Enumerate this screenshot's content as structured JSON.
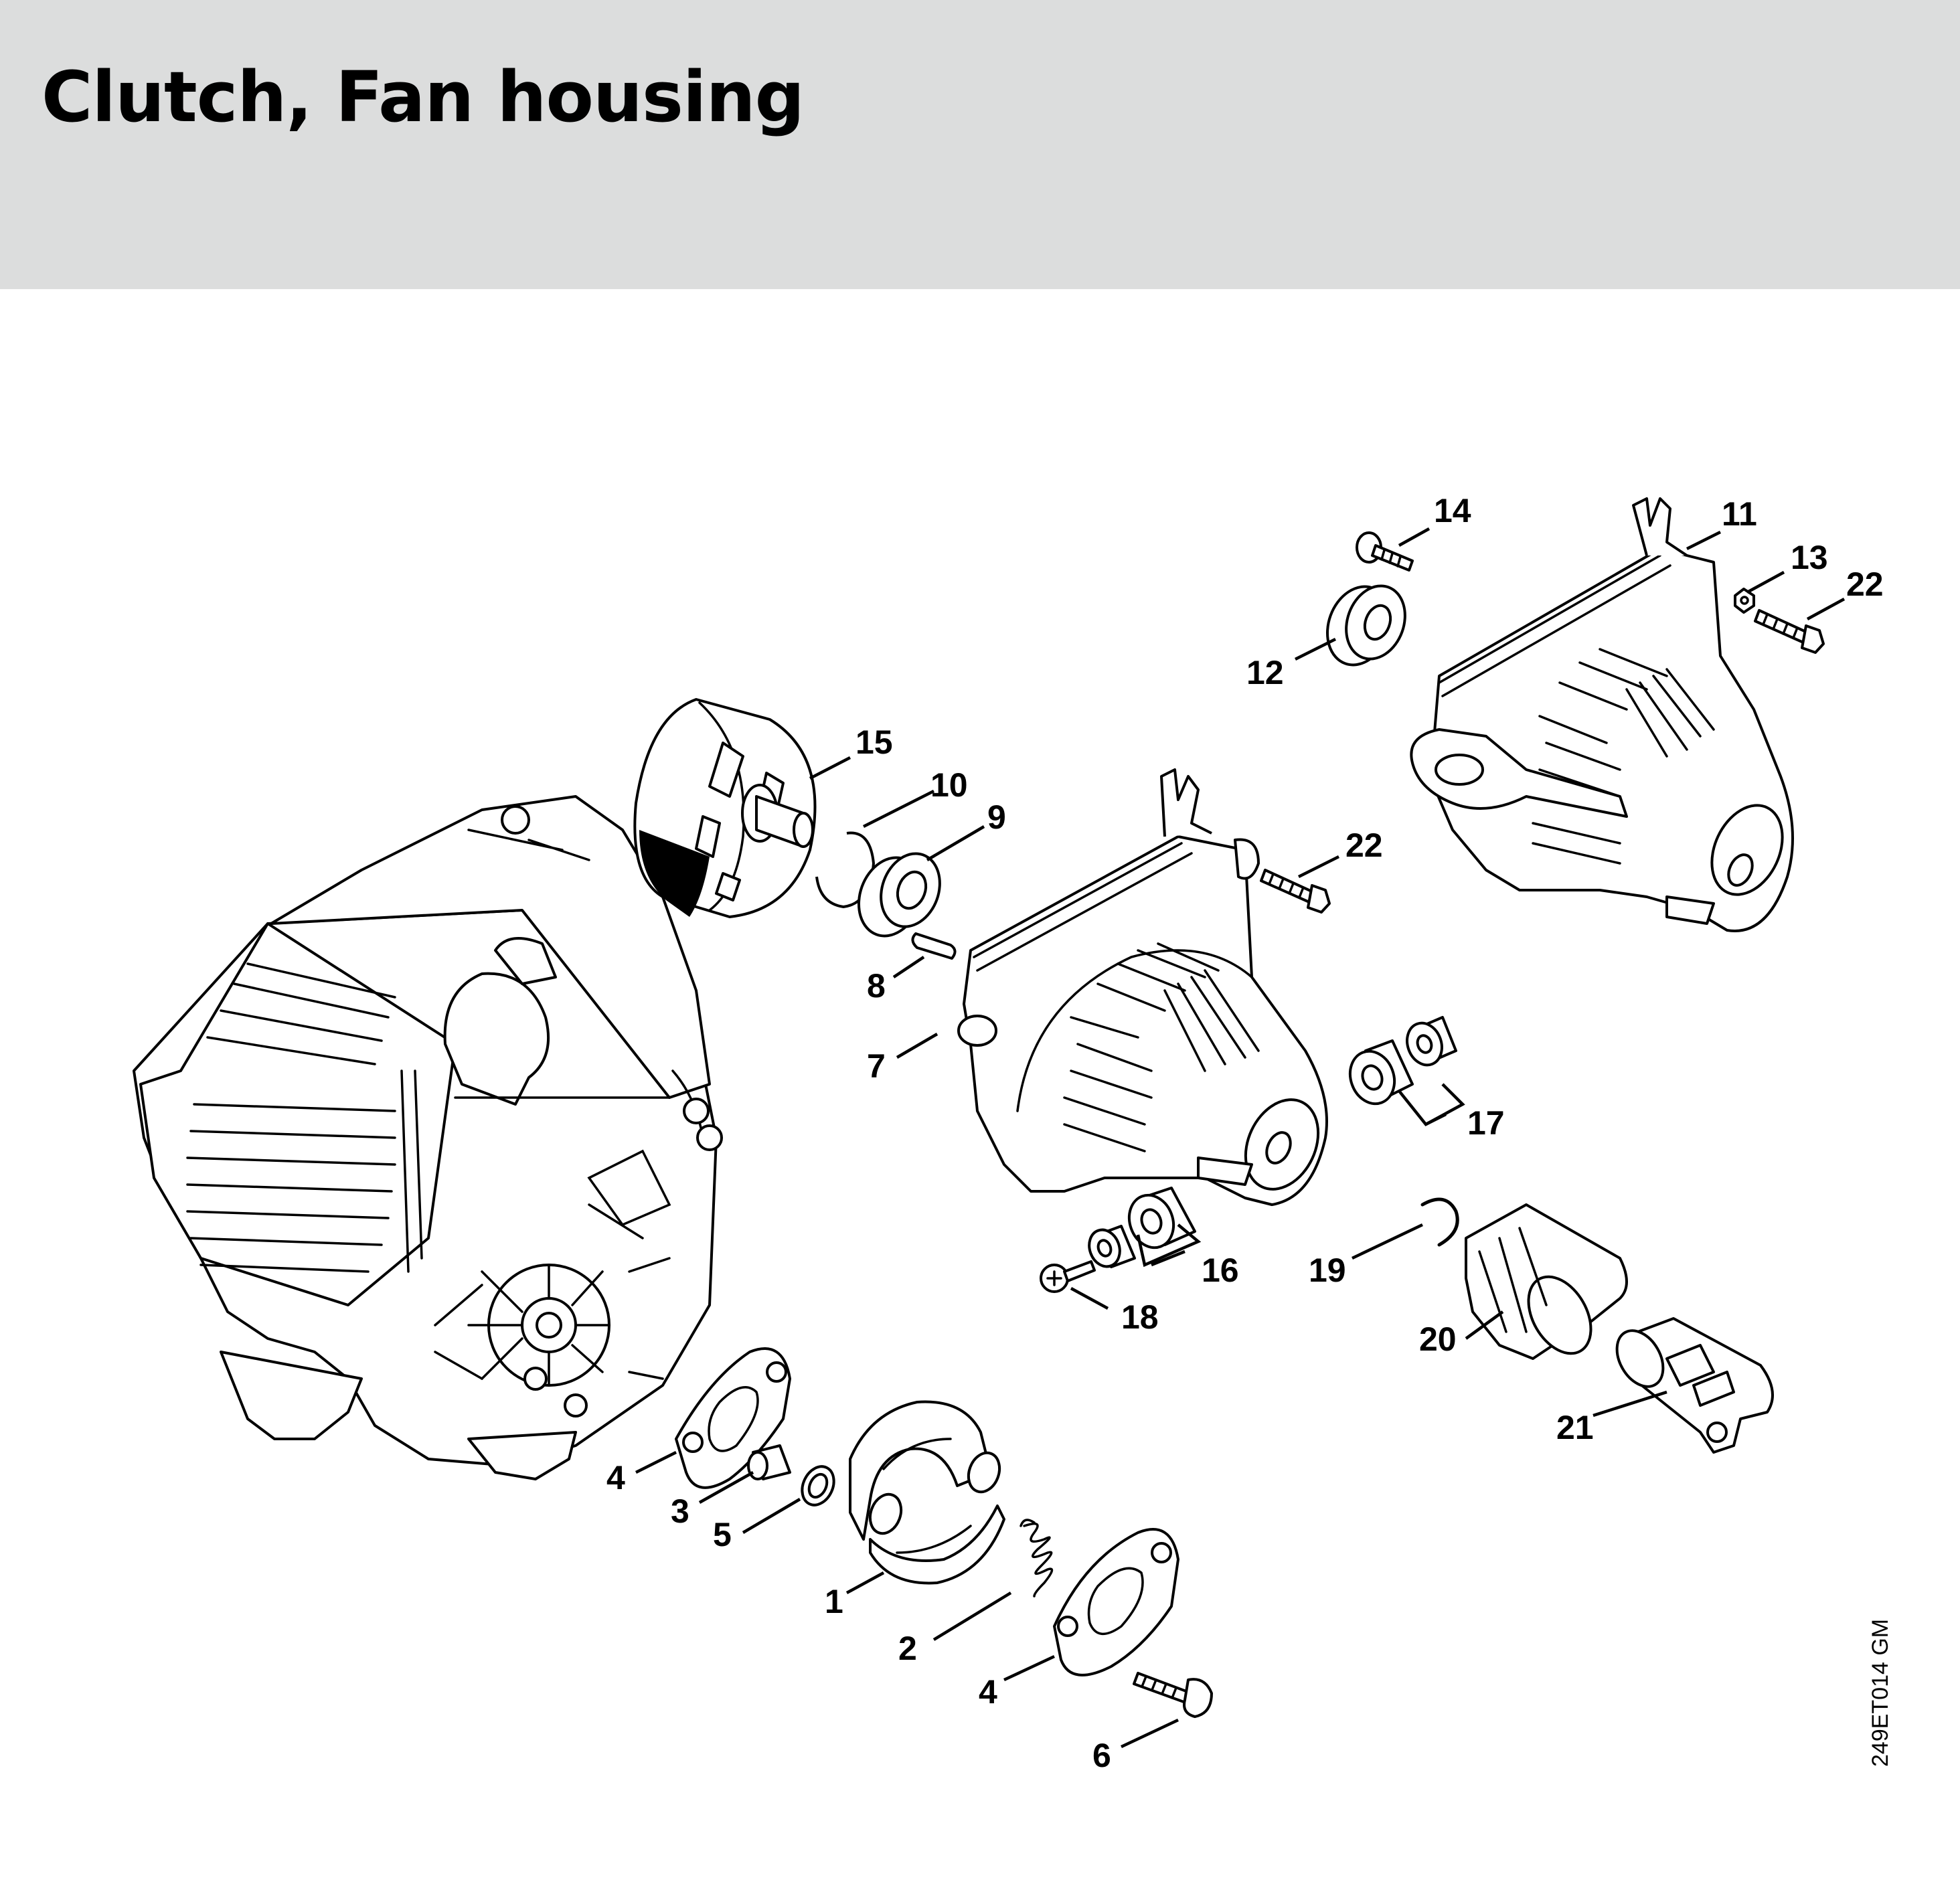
{
  "header": {
    "title": "Clutch, Fan housing",
    "background": "#dcdddd"
  },
  "drawing_code": "249ET014 GM",
  "callouts": [
    {
      "id": "c1",
      "text": "1"
    },
    {
      "id": "c2",
      "text": "2"
    },
    {
      "id": "c3",
      "text": "3"
    },
    {
      "id": "c4a",
      "text": "4"
    },
    {
      "id": "c4b",
      "text": "4"
    },
    {
      "id": "c5",
      "text": "5"
    },
    {
      "id": "c6",
      "text": "6"
    },
    {
      "id": "c7",
      "text": "7"
    },
    {
      "id": "c8",
      "text": "8"
    },
    {
      "id": "c9",
      "text": "9"
    },
    {
      "id": "c10",
      "text": "10"
    },
    {
      "id": "c11",
      "text": "11"
    },
    {
      "id": "c12",
      "text": "12"
    },
    {
      "id": "c13",
      "text": "13"
    },
    {
      "id": "c14",
      "text": "14"
    },
    {
      "id": "c15",
      "text": "15"
    },
    {
      "id": "c16",
      "text": "16"
    },
    {
      "id": "c17",
      "text": "17"
    },
    {
      "id": "c18",
      "text": "18"
    },
    {
      "id": "c19",
      "text": "19"
    },
    {
      "id": "c20",
      "text": "20"
    },
    {
      "id": "c21",
      "text": "21"
    },
    {
      "id": "c22a",
      "text": "22"
    },
    {
      "id": "c22b",
      "text": "22"
    }
  ]
}
